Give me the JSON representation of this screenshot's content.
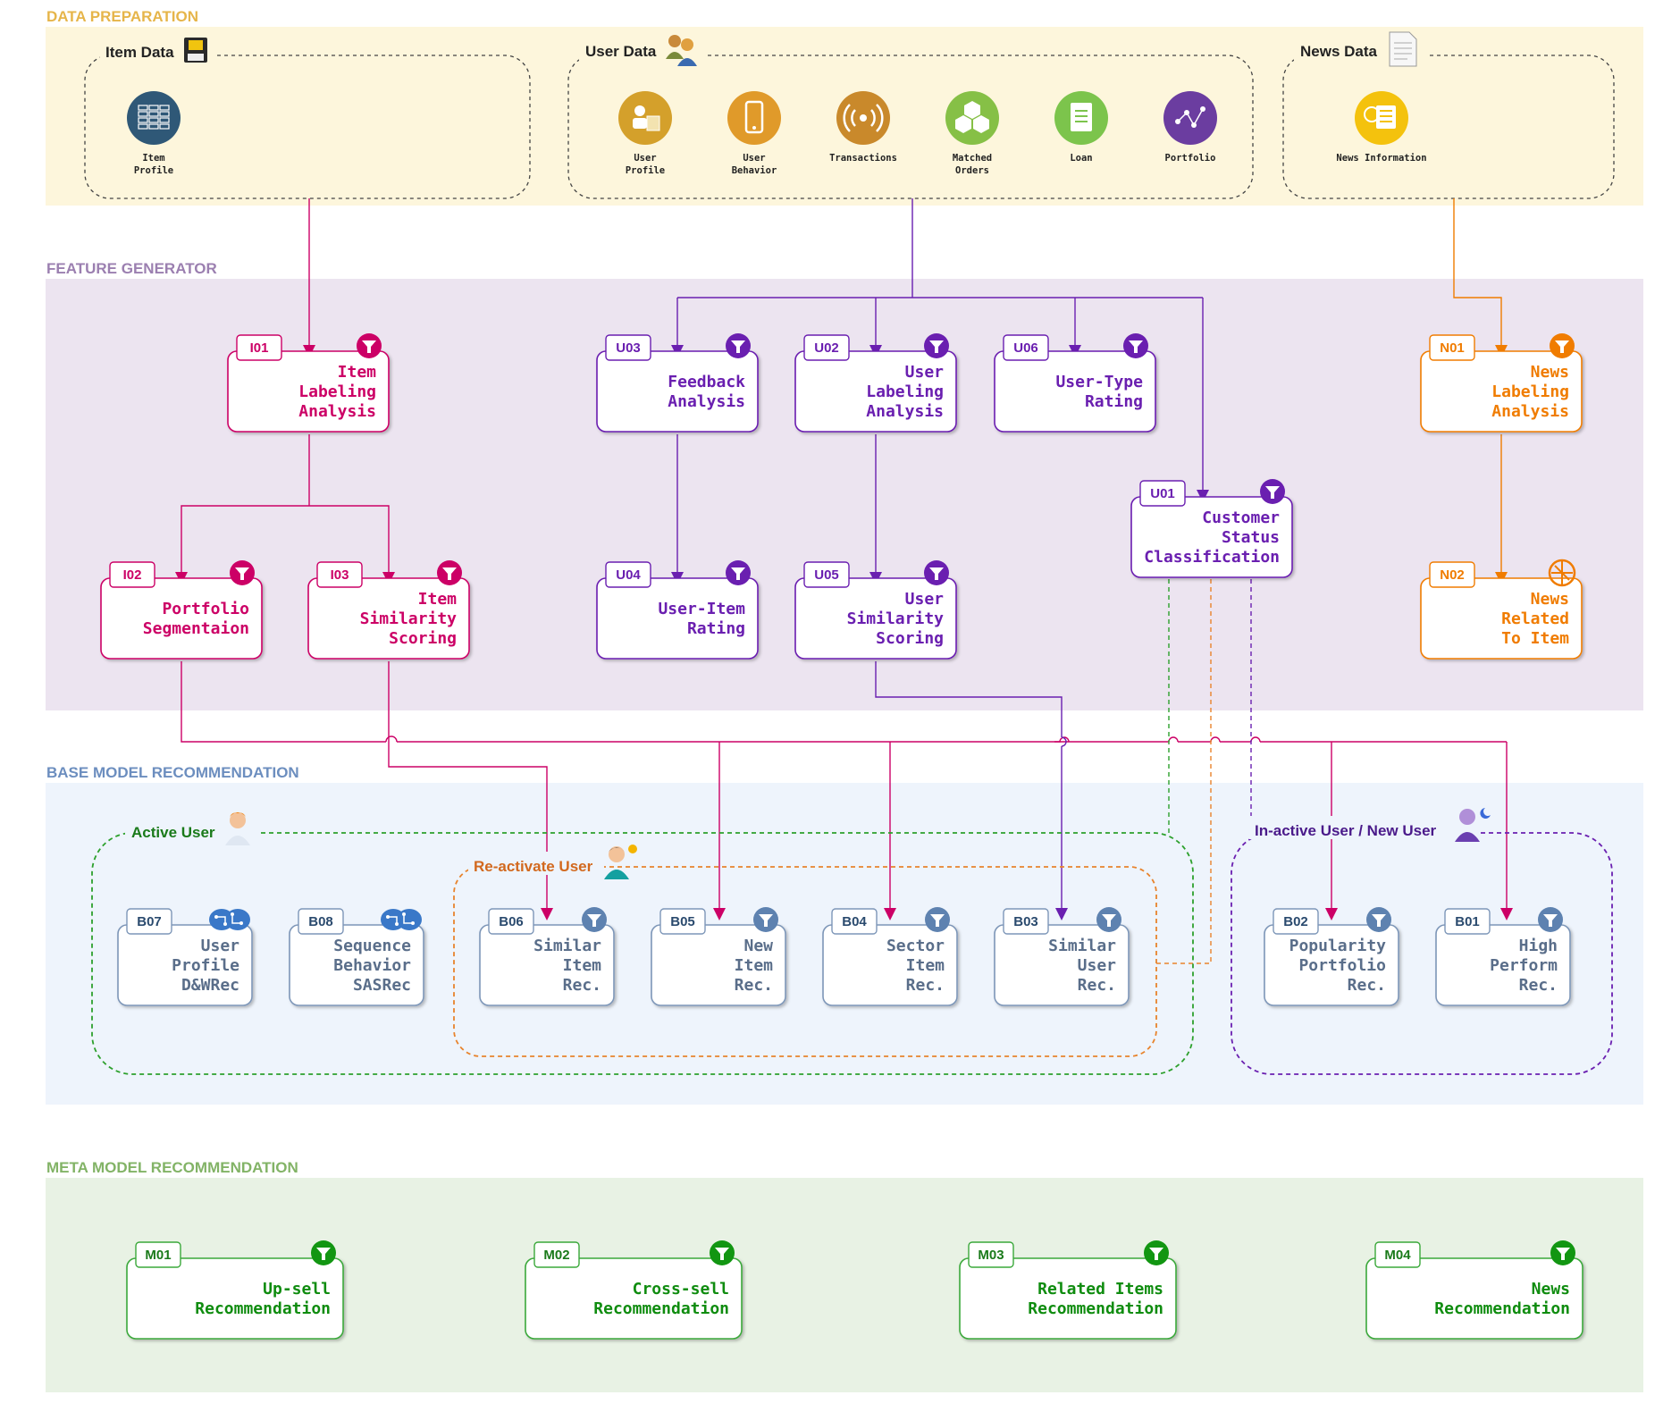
{
  "sections": {
    "data_prep": "DATA PREPARATION",
    "feature": "FEATURE GENERATOR",
    "base": "BASE MODEL RECOMMENDATION",
    "meta": "META MODEL RECOMMENDATION"
  },
  "groups": {
    "item_data": "Item Data",
    "user_data": "User Data",
    "news_data": "News Data",
    "active_user": "Active User",
    "reactivate_user": "Re-activate User",
    "inactive_user": "In-active User / New User"
  },
  "data_icons": [
    {
      "name": "item-profile",
      "lines": [
        "Item",
        "Profile"
      ],
      "icon": "grid-icon",
      "color": "#2f5877"
    },
    {
      "name": "user-profile",
      "lines": [
        "User",
        "Profile"
      ],
      "icon": "id-card-icon",
      "color": "#d4a02b"
    },
    {
      "name": "user-behavior",
      "lines": [
        "User",
        "Behavior"
      ],
      "icon": "smartphone-icon",
      "color": "#e09a2a"
    },
    {
      "name": "transactions",
      "lines": [
        "Transactions"
      ],
      "icon": "broadcast-icon",
      "color": "#c9892b"
    },
    {
      "name": "matched-orders",
      "lines": [
        "Matched",
        "Orders"
      ],
      "icon": "cubes-icon",
      "color": "#86c046"
    },
    {
      "name": "loan",
      "lines": [
        "Loan"
      ],
      "icon": "document-icon",
      "color": "#7cc44c"
    },
    {
      "name": "portfolio",
      "lines": [
        "Portfolio"
      ],
      "icon": "network-icon",
      "color": "#6b3da0"
    },
    {
      "name": "news-information",
      "lines": [
        "News Information"
      ],
      "icon": "newspaper-icon",
      "color": "#f4c20d"
    }
  ],
  "feature_nodes": [
    {
      "id": "I01",
      "lines": [
        "Item",
        "Labeling",
        "Analysis"
      ],
      "color": "#cc0066",
      "icon": "filter-icon"
    },
    {
      "id": "I02",
      "lines": [
        "Portfolio",
        "Segmentaion"
      ],
      "color": "#cc0066",
      "icon": "filter-icon"
    },
    {
      "id": "I03",
      "lines": [
        "Item",
        "Similarity",
        "Scoring"
      ],
      "color": "#cc0066",
      "icon": "filter-icon"
    },
    {
      "id": "U03",
      "lines": [
        "Feedback",
        "Analysis"
      ],
      "color": "#6a1fb0",
      "icon": "filter-icon"
    },
    {
      "id": "U02",
      "lines": [
        "User",
        "Labeling",
        "Analysis"
      ],
      "color": "#6a1fb0",
      "icon": "filter-icon"
    },
    {
      "id": "U06",
      "lines": [
        "User-Type",
        "Rating"
      ],
      "color": "#6a1fb0",
      "icon": "filter-icon"
    },
    {
      "id": "U01",
      "lines": [
        "Customer",
        "Status",
        "Classification"
      ],
      "color": "#6a1fb0",
      "icon": "filter-icon"
    },
    {
      "id": "U04",
      "lines": [
        "User-Item",
        "Rating"
      ],
      "color": "#6a1fb0",
      "icon": "filter-icon"
    },
    {
      "id": "U05",
      "lines": [
        "User",
        "Similarity",
        "Scoring"
      ],
      "color": "#6a1fb0",
      "icon": "filter-icon"
    },
    {
      "id": "N01",
      "lines": [
        "News",
        "Labeling",
        "Analysis"
      ],
      "color": "#f07c00",
      "icon": "filter-icon"
    },
    {
      "id": "N02",
      "lines": [
        "News",
        "Related",
        "To Item"
      ],
      "color": "#f07c00",
      "icon": "brain-icon"
    }
  ],
  "base_nodes": [
    {
      "id": "B07",
      "lines": [
        "User",
        "Profile",
        "D&WRec"
      ],
      "icon": "brain-circuit-icon"
    },
    {
      "id": "B08",
      "lines": [
        "Sequence",
        "Behavior",
        "SASRec"
      ],
      "icon": "brain-circuit-icon"
    },
    {
      "id": "B06",
      "lines": [
        "Similar",
        "Item",
        "Rec."
      ],
      "icon": "filter-icon"
    },
    {
      "id": "B05",
      "lines": [
        "New",
        "Item",
        "Rec."
      ],
      "icon": "filter-icon"
    },
    {
      "id": "B04",
      "lines": [
        "Sector",
        "Item",
        "Rec."
      ],
      "icon": "filter-icon"
    },
    {
      "id": "B03",
      "lines": [
        "Similar",
        "User",
        "Rec."
      ],
      "icon": "filter-icon"
    },
    {
      "id": "B02",
      "lines": [
        "Popularity",
        "Portfolio",
        "Rec."
      ],
      "icon": "filter-icon"
    },
    {
      "id": "B01",
      "lines": [
        "High",
        "Perform",
        "Rec."
      ],
      "icon": "filter-icon"
    }
  ],
  "meta_nodes": [
    {
      "id": "M01",
      "lines": [
        "Up-sell",
        "Recommendation"
      ]
    },
    {
      "id": "M02",
      "lines": [
        "Cross-sell",
        "Recommendation"
      ]
    },
    {
      "id": "M03",
      "lines": [
        "Related Items",
        "Recommendation"
      ]
    },
    {
      "id": "M04",
      "lines": [
        "News",
        "Recommendation"
      ]
    }
  ],
  "colors": {
    "data_bg": "#fdf6dc",
    "feature_bg": "#ece4f0",
    "base_bg": "#eef4fc",
    "meta_bg": "#e8f2e4",
    "item": "#cc0066",
    "user": "#6a1fb0",
    "news": "#f07c00",
    "base": "#1f5c99",
    "meta": "#129612",
    "base_text": "#5a6e8a"
  }
}
